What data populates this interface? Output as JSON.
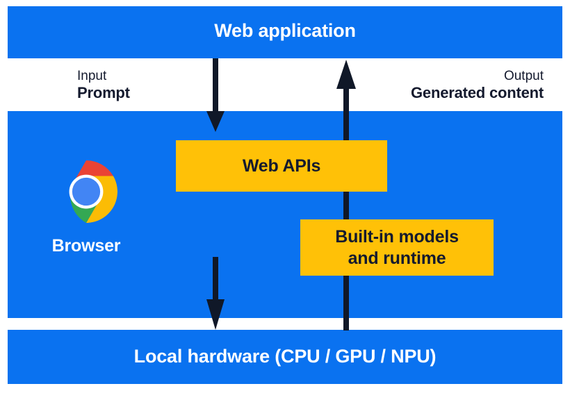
{
  "diagram": {
    "title": "Web application",
    "bands": {
      "web_application": {
        "label": "Web application"
      },
      "browser": {
        "label": "Browser"
      },
      "local_hardware": {
        "label": "Local hardware (CPU / GPU / NPU)"
      }
    },
    "flows": {
      "input": {
        "kind": "Input",
        "value": "Prompt"
      },
      "output": {
        "kind": "Output",
        "value": "Generated content"
      }
    },
    "boxes": {
      "web_apis": {
        "label": "Web APIs"
      },
      "built_in_models": {
        "line1": "Built-in models",
        "line2": "and runtime"
      }
    },
    "icons": {
      "chrome": "chrome-logo",
      "input_arrow": "arrow-down-icon",
      "output_arrow": "arrow-up-icon"
    },
    "colors": {
      "band_blue": "#0a72f0",
      "box_yellow": "#ffc107",
      "arrow_navy": "#101828",
      "text_navy": "#141a2e",
      "text_white": "#ffffff",
      "chrome_red": "#ea4335",
      "chrome_yellow": "#fbbc05",
      "chrome_green": "#34a853",
      "chrome_blue": "#4285f4"
    }
  }
}
